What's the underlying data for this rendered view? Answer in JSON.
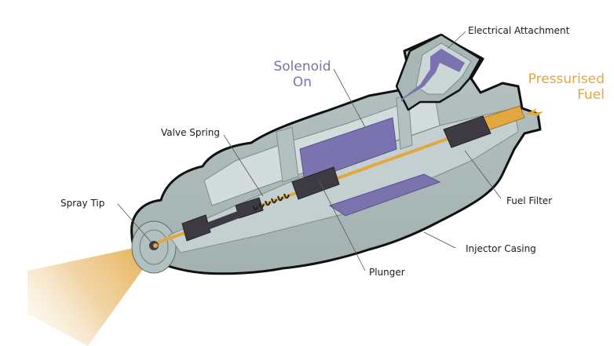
{
  "diagram": {
    "subject": "Fuel injector cutaway",
    "colors": {
      "casing": "#a9b6b6",
      "casing_light": "#c4d0d0",
      "casing_dark": "#8b9a9a",
      "outline": "#111111",
      "solenoid": "#7b72b0",
      "fuel": "#e2a73e",
      "plunger": "#3d3a44",
      "spray": "#e8b86a",
      "label_text": "#1a1a1a",
      "solenoid_label": "#7b72b0",
      "fuel_label": "#e2a73e",
      "leader_line": "#555555"
    },
    "labels": {
      "electrical_attachment": "Electrical Attachment",
      "solenoid_line1": "Solenoid",
      "solenoid_line2": "On",
      "pressurised_line1": "Pressurised",
      "pressurised_line2": "Fuel",
      "valve_spring": "Valve Spring",
      "spray_tip": "Spray Tip",
      "fuel_filter": "Fuel Filter",
      "injector_casing": "Injector Casing",
      "plunger": "Plunger"
    }
  }
}
